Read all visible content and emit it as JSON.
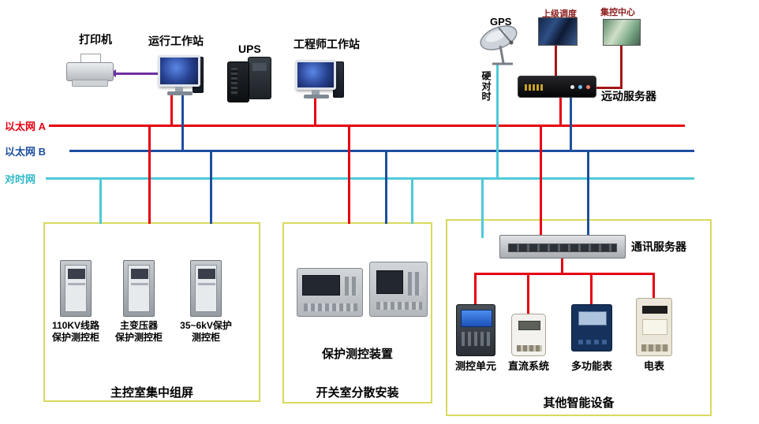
{
  "colors": {
    "ethernet_a": "#e60012",
    "ethernet_b": "#1d4f9e",
    "time_net": "#4ec9d9",
    "printer_cable": "#7030a0",
    "uplink_red": "#a31515",
    "box_border": "#d9d95e"
  },
  "buses": [
    {
      "label": "以太网 A"
    },
    {
      "label": "以太网 B"
    },
    {
      "label": "对时网"
    }
  ],
  "top": {
    "printer": "打印机",
    "operator_ws": "运行工作站",
    "ups": "UPS",
    "engineer_ws": "工程师工作站",
    "gps": "GPS",
    "dispatch": "上级调度",
    "control_center": "集控中心",
    "remote_server": "远动服务器",
    "hard_sync": "硬对时"
  },
  "left_box": {
    "title": "主控室集中组屏",
    "cabinets": [
      {
        "line1": "110KV线路",
        "line2": "保护测控柜"
      },
      {
        "line1": "主变压器",
        "line2": "保护测控柜"
      },
      {
        "line1": "35~6kV保护",
        "line2": "测控柜"
      }
    ]
  },
  "middle_box": {
    "title": "开关室分散安装",
    "device_label": "保护测控装置"
  },
  "right_box": {
    "title": "其他智能设备",
    "server_label": "通讯服务器",
    "devices": [
      {
        "label": "测控单元"
      },
      {
        "label": "直流系统"
      },
      {
        "label": "多功能表"
      },
      {
        "label": "电表"
      }
    ]
  }
}
